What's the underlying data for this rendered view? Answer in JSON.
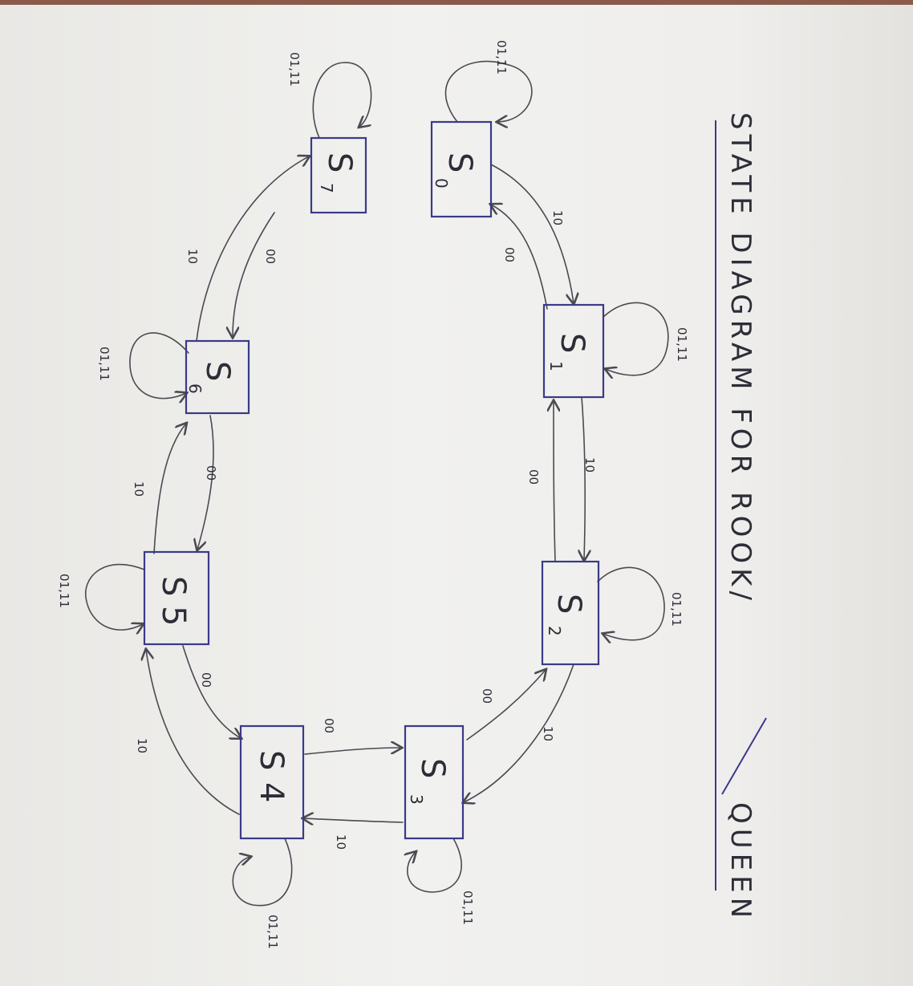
{
  "title": {
    "line1": "STATE DIAGRAM FOR ROOK/",
    "line2": "QUEEN"
  },
  "states": [
    {
      "letter": "S",
      "sub": "0"
    },
    {
      "letter": "S",
      "sub": "1"
    },
    {
      "letter": "S",
      "sub": "2"
    },
    {
      "letter": "S",
      "sub": "3"
    },
    {
      "letter": "S",
      "sub": "4"
    },
    {
      "letter": "S",
      "sub": "5"
    },
    {
      "letter": "S",
      "sub": "6"
    },
    {
      "letter": "S",
      "sub": "7"
    }
  ],
  "transitions": {
    "t10": "10",
    "t00": "00",
    "self": "01,11"
  }
}
